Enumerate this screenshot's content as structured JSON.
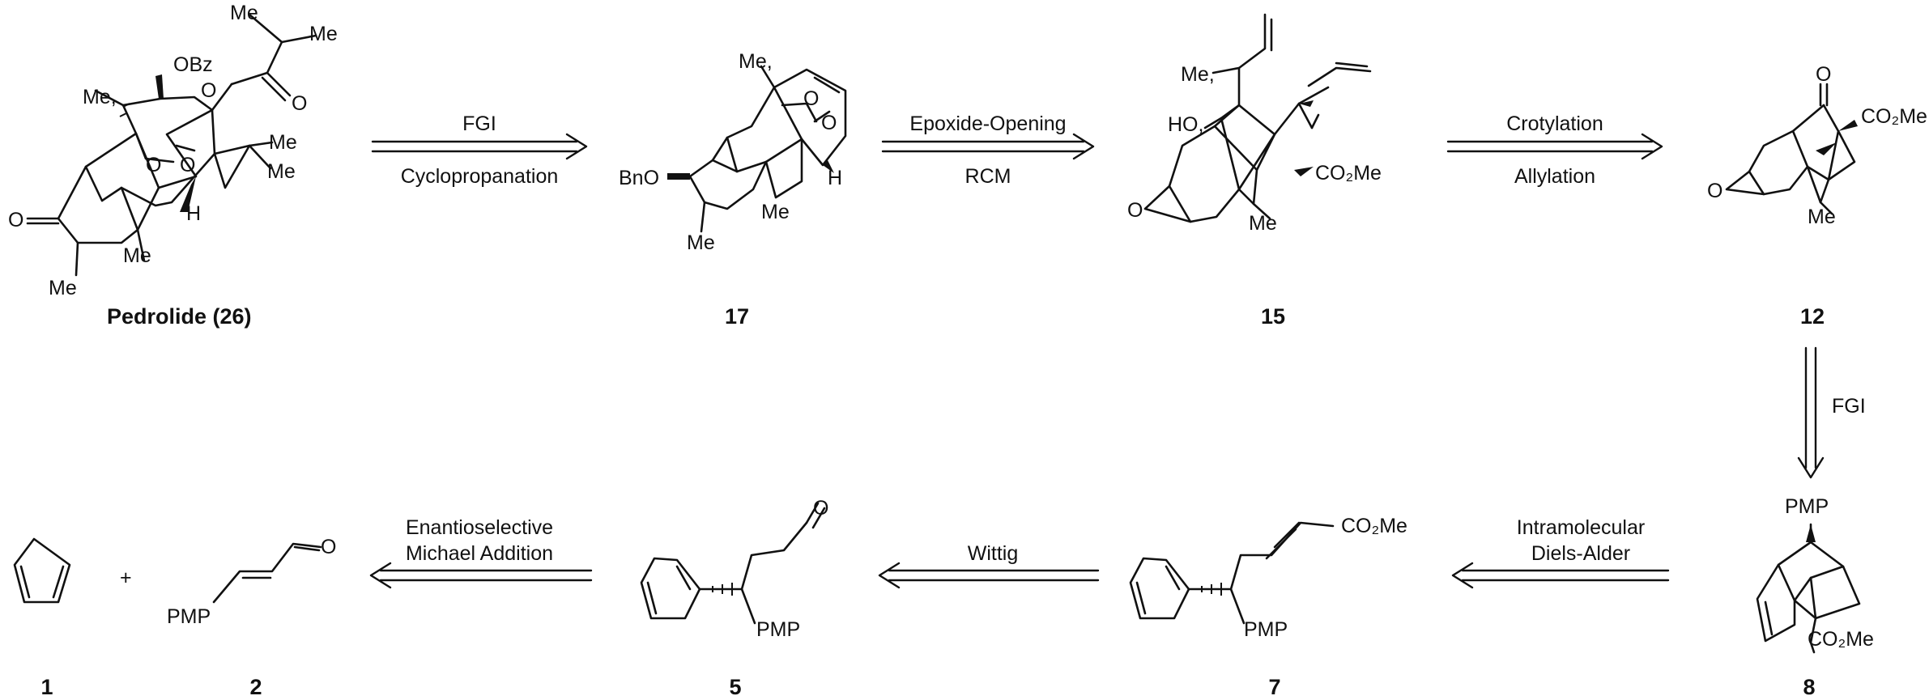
{
  "compounds": [
    {
      "id": "pedrolide",
      "label": "Pedrolide (26)",
      "atoms": [
        "OBz",
        "Me",
        "Me",
        "Me,",
        "Me",
        "Me",
        "O",
        "O",
        "O",
        "O",
        "H",
        "Me",
        "Me"
      ]
    },
    {
      "id": "c17",
      "label": "17",
      "atoms": [
        "Me,",
        "O",
        "O",
        "BnO",
        "H",
        "Me",
        "Me"
      ]
    },
    {
      "id": "c15",
      "label": "15",
      "atoms": [
        "Me,",
        "HO,",
        "CO₂Me",
        "O",
        "Me"
      ]
    },
    {
      "id": "c12",
      "label": "12",
      "atoms": [
        "O",
        "CO₂Me",
        "O",
        "Me"
      ]
    },
    {
      "id": "c8",
      "label": "8",
      "atoms": [
        "PMP",
        "CO₂Me"
      ]
    },
    {
      "id": "c7",
      "label": "7",
      "atoms": [
        "CO₂Me",
        "PMP"
      ]
    },
    {
      "id": "c5",
      "label": "5",
      "atoms": [
        "O",
        "PMP"
      ]
    },
    {
      "id": "c2",
      "label": "2",
      "atoms": [
        "O",
        "PMP"
      ]
    },
    {
      "id": "c1",
      "label": "1",
      "atoms": []
    }
  ],
  "plus": "+",
  "arrows": [
    {
      "id": "a1",
      "top": "FGI",
      "bottom": "Cyclopropanation"
    },
    {
      "id": "a2",
      "top": "Epoxide-Opening",
      "bottom": "RCM"
    },
    {
      "id": "a3",
      "top": "Crotylation",
      "bottom": "Allylation"
    },
    {
      "id": "a4",
      "side": "FGI"
    },
    {
      "id": "a5",
      "top": "Intramolecular",
      "bottom": "Diels-Alder"
    },
    {
      "id": "a6",
      "top": "Wittig"
    },
    {
      "id": "a7",
      "top": "Enantioselective",
      "bottom": "Michael Addition"
    }
  ]
}
